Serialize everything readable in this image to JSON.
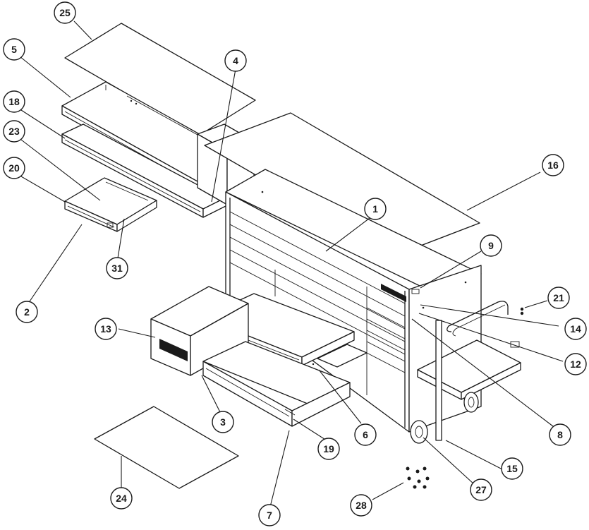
{
  "callouts": [
    {
      "id": "c1",
      "label": "1"
    },
    {
      "id": "c2",
      "label": "2"
    },
    {
      "id": "c3",
      "label": "3"
    },
    {
      "id": "c4",
      "label": "4"
    },
    {
      "id": "c5",
      "label": "5"
    },
    {
      "id": "c6",
      "label": "6"
    },
    {
      "id": "c7",
      "label": "7"
    },
    {
      "id": "c8",
      "label": "8"
    },
    {
      "id": "c9",
      "label": "9"
    },
    {
      "id": "c12",
      "label": "12"
    },
    {
      "id": "c13",
      "label": "13"
    },
    {
      "id": "c14",
      "label": "14"
    },
    {
      "id": "c15",
      "label": "15"
    },
    {
      "id": "c16",
      "label": "16"
    },
    {
      "id": "c18",
      "label": "18"
    },
    {
      "id": "c19",
      "label": "19"
    },
    {
      "id": "c20",
      "label": "20"
    },
    {
      "id": "c21",
      "label": "21"
    },
    {
      "id": "c23",
      "label": "23"
    },
    {
      "id": "c24",
      "label": "24"
    },
    {
      "id": "c25",
      "label": "25"
    },
    {
      "id": "c27",
      "label": "27"
    },
    {
      "id": "c28",
      "label": "28"
    },
    {
      "id": "c31",
      "label": "31"
    }
  ],
  "colors": {
    "line": "#1a1a1a",
    "background": "#ffffff"
  }
}
